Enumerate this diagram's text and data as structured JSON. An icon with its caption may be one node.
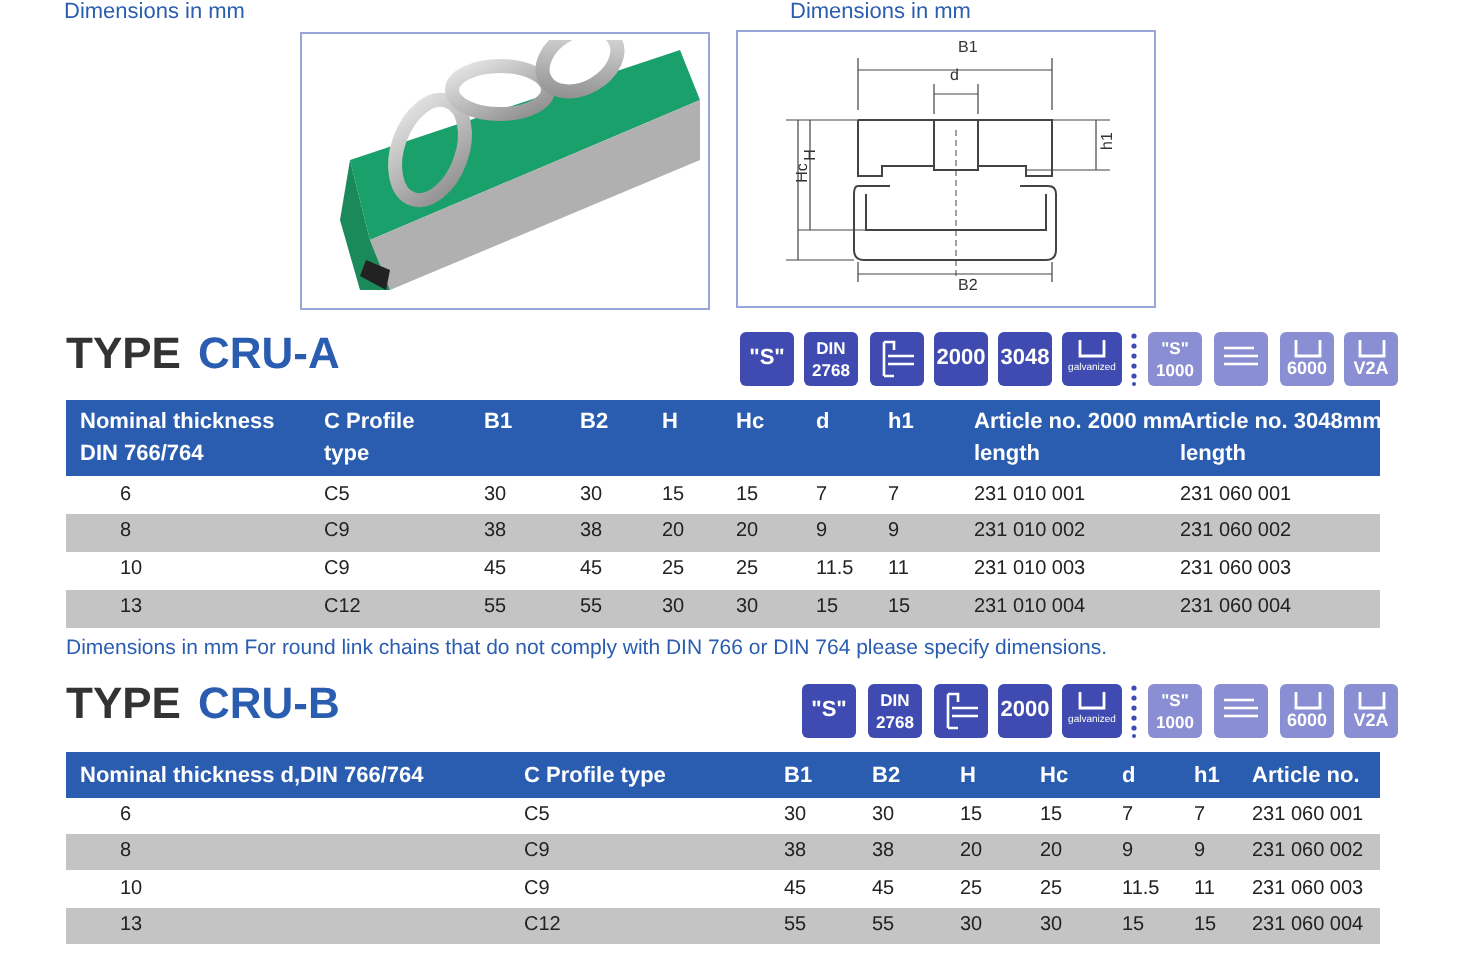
{
  "diagram": {
    "labels": [
      "Dimensions in mm",
      "Dimensions in mm",
      "B1",
      "d",
      "Hc",
      "H",
      "h1",
      "B2",
      "TYPE",
      "CRU-A",
      "\"S\"",
      "DIN 2768",
      "2000",
      "3048",
      "galvanized",
      "\"S\" 1000",
      "6000",
      "V2A",
      "Nominal thickness DIN 766/764",
      "C Profile type",
      "B1",
      "B2",
      "H",
      "Hc",
      "d",
      "h1",
      "Article no. 2000 mm length",
      "Article no. 3048mm length",
      "6",
      "C5",
      "30",
      "30",
      "15",
      "15",
      "7",
      "7",
      "231 010 001",
      "231 060 001",
      "8",
      "C9",
      "38",
      "38",
      "20",
      "20",
      "9",
      "9",
      "231 010 002",
      "231 060 002",
      "10",
      "C9",
      "45",
      "45",
      "25",
      "25",
      "11.5",
      "11",
      "231 010 003",
      "231 060 003",
      "13",
      "C12",
      "55",
      "55",
      "30",
      "30",
      "15",
      "15",
      "231 010 004",
      "231 060 004",
      "Dimensions in mm For round link chains that do not comply with DIN 766 or DIN 764 please specify dimensions.",
      "TYPE",
      "CRU-B",
      "\"S\"",
      "DIN 2768",
      "2000",
      "galvanized",
      "\"S\" 1000",
      "6000",
      "V2A",
      "Nominal thickness d,DIN 766/764",
      "C Profile type",
      "B1",
      "B2",
      "H",
      "Hc",
      "d",
      "h1",
      "Article no.",
      "6",
      "C5",
      "30",
      "30",
      "15",
      "15",
      "7",
      "7",
      "231 060 001",
      "8",
      "C9",
      "38",
      "38",
      "20",
      "20",
      "9",
      "9",
      "231 060 002",
      "10",
      "C9",
      "45",
      "45",
      "25",
      "25",
      "11.5",
      "11",
      "231 060 003",
      "13",
      "C12",
      "55",
      "55",
      "30",
      "30",
      "15",
      "15",
      "231 060 004"
    ]
  }
}
